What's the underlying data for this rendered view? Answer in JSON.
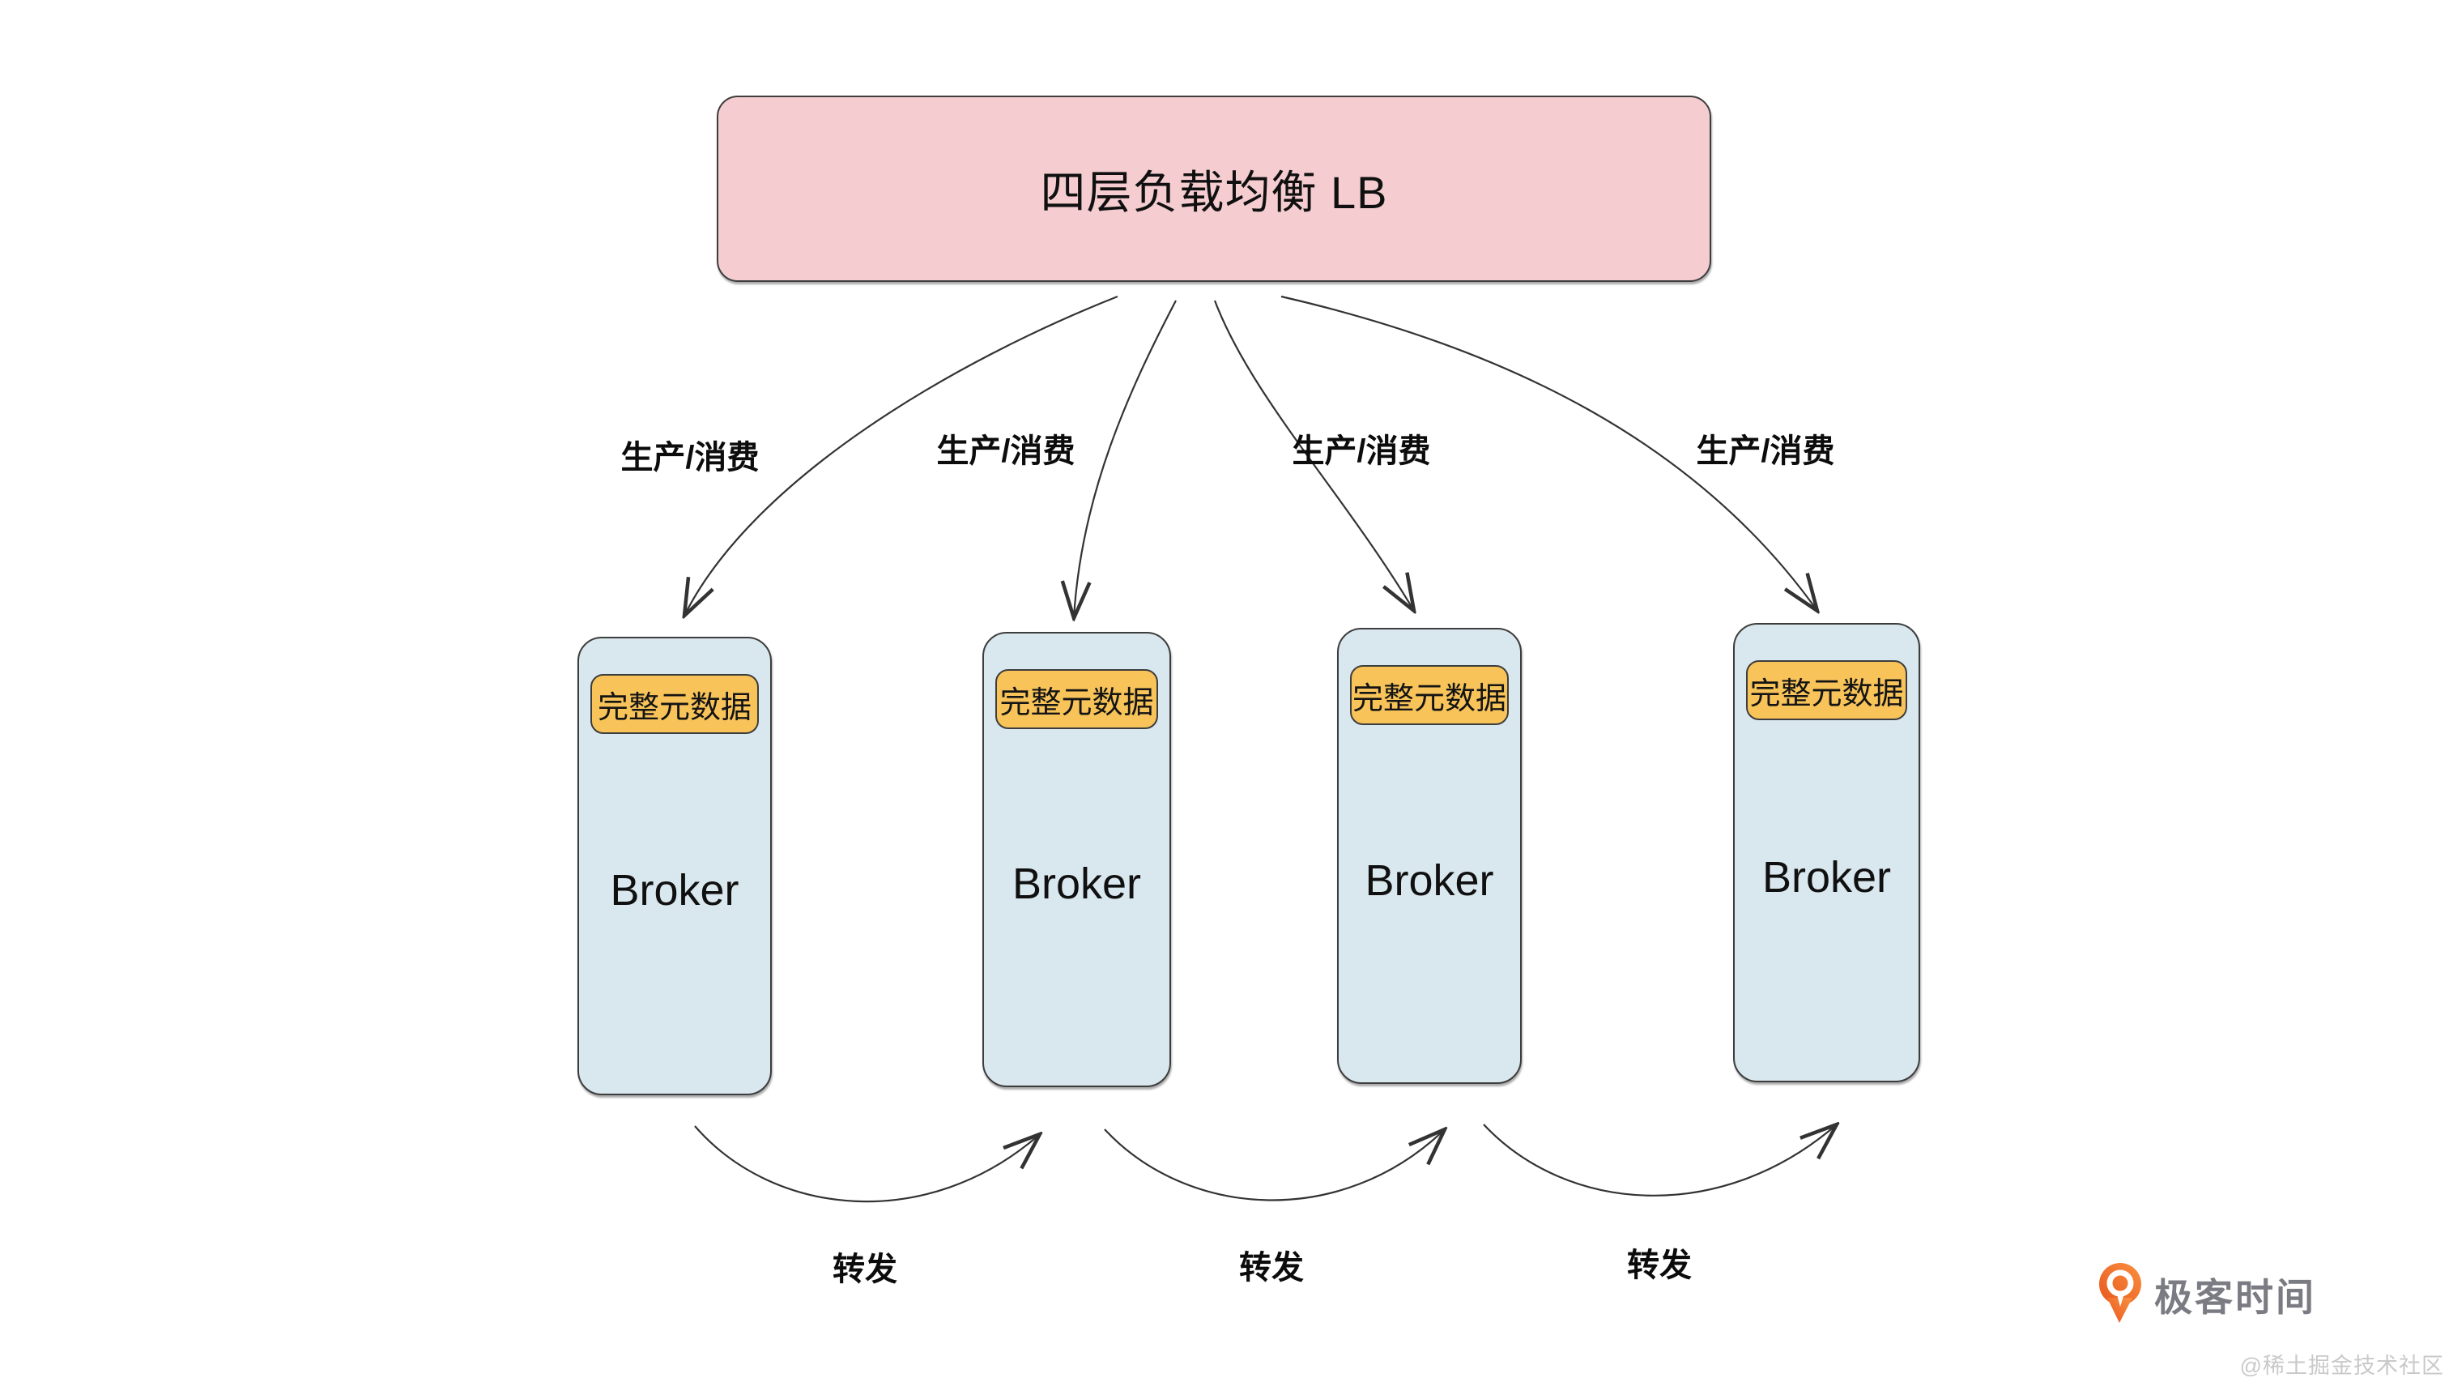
{
  "diagram": {
    "lb": {
      "label": "四层负载均衡 LB"
    },
    "brokers": [
      {
        "name": "Broker",
        "badge": "完整元数据"
      },
      {
        "name": "Broker",
        "badge": "完整元数据"
      },
      {
        "name": "Broker",
        "badge": "完整元数据"
      },
      {
        "name": "Broker",
        "badge": "完整元数据"
      }
    ],
    "edge_labels": {
      "produce_consume": [
        "生产/消费",
        "生产/消费",
        "生产/消费",
        "生产/消费"
      ],
      "forward": [
        "转发",
        "转发",
        "转发"
      ]
    }
  },
  "branding": {
    "logo_name": "极客时间",
    "watermark": "@稀土掘金技术社区"
  },
  "colors": {
    "lb-fill": "#f5cdd1",
    "broker-fill": "#d9e7ee",
    "badge-fill": "#f8c45a",
    "stroke": "#3d3d3d",
    "arrow": "#333333",
    "logo-orange": "#f1662a",
    "logo-text": "#7b7b83",
    "watermark": "#c9c9c9"
  }
}
